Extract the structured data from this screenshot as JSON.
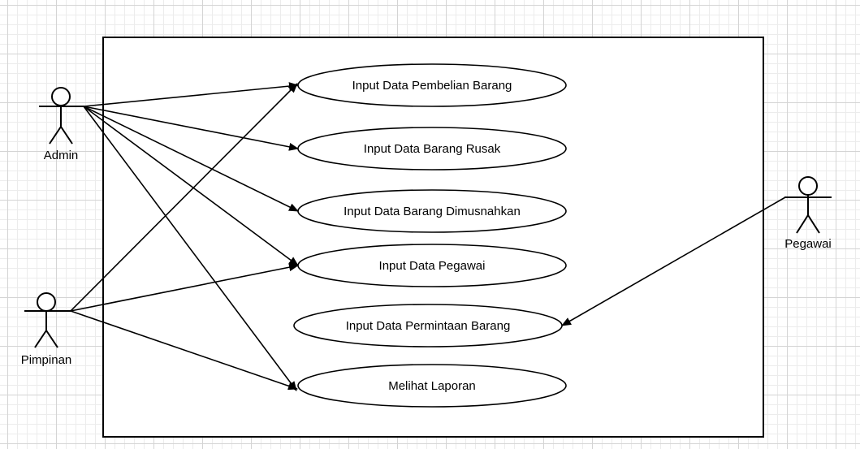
{
  "colors": {
    "stroke": "#000000",
    "ellipse_fill": "#ffffff",
    "grid_major": "#d4d4d4",
    "grid_minor": "#ececec"
  },
  "actors": {
    "admin": {
      "label": "Admin"
    },
    "pimpinan": {
      "label": "Pimpinan"
    },
    "pegawai": {
      "label": "Pegawai"
    }
  },
  "use_cases": {
    "uc1": {
      "label": "Input Data Pembelian Barang"
    },
    "uc2": {
      "label": "Input Data Barang Rusak"
    },
    "uc3": {
      "label": "Input Data Barang Dimusnahkan"
    },
    "uc4": {
      "label": "Input Data Pegawai"
    },
    "uc5": {
      "label": "Input Data Permintaan Barang"
    },
    "uc6": {
      "label": "Melihat Laporan"
    }
  },
  "associations": [
    {
      "from": "admin",
      "to": "uc1"
    },
    {
      "from": "admin",
      "to": "uc2"
    },
    {
      "from": "admin",
      "to": "uc3"
    },
    {
      "from": "admin",
      "to": "uc4"
    },
    {
      "from": "admin",
      "to": "uc6"
    },
    {
      "from": "pimpinan",
      "to": "uc1"
    },
    {
      "from": "pimpinan",
      "to": "uc4"
    },
    {
      "from": "pimpinan",
      "to": "uc6"
    },
    {
      "from": "pegawai",
      "to": "uc5"
    }
  ]
}
